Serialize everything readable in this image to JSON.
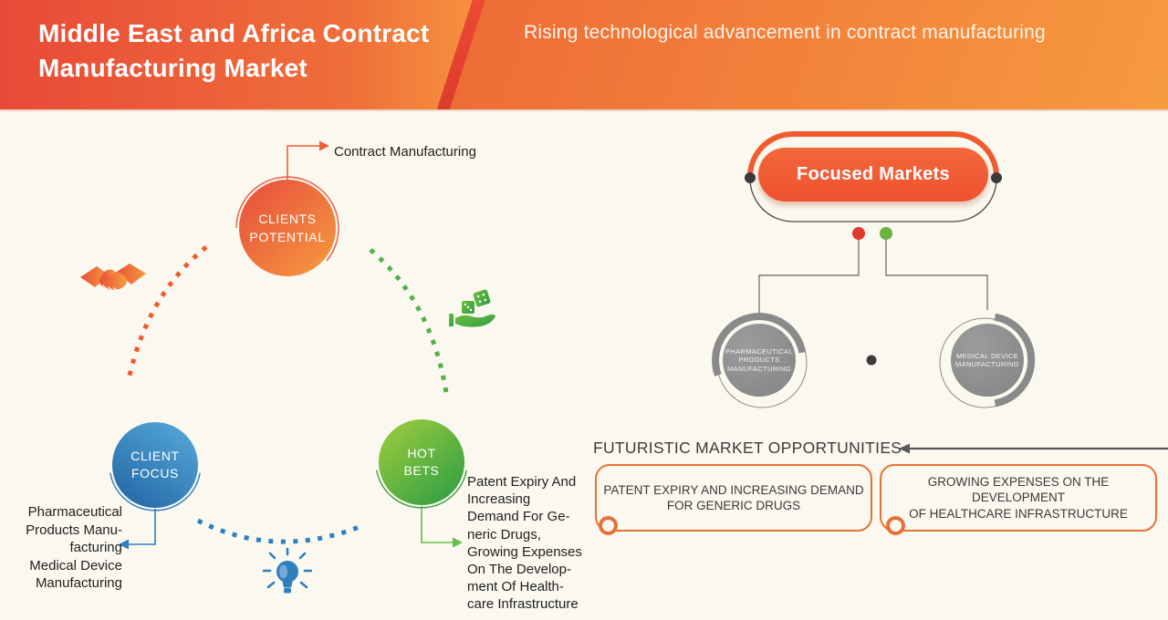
{
  "palette": {
    "header_gradient_left": "#e84a38",
    "header_gradient_right": "#f79d40",
    "background": "#faf8ef",
    "orange_accent": "#f05a2e",
    "blue_accent": "#2f7fbf",
    "green_accent": "#55b345",
    "gray_node": "#8a8a8a",
    "dark_dot": "#3b3b3b",
    "red_dot": "#de3a2d",
    "green_dot": "#68b23d",
    "box_border": "#e8713b"
  },
  "header": {
    "title_lines": [
      "Middle East and Africa Contract",
      "Manufacturing Market"
    ],
    "subtitle": "Rising technological advancement in contract manufacturing"
  },
  "left_diagram": {
    "clients_potential": {
      "label_lines": [
        "CLIENTS",
        "POTENTIAL"
      ],
      "callout": "Contract Manufacturing",
      "icon": "handshake-icon"
    },
    "client_focus": {
      "label_lines": [
        "CLIENT",
        "FOCUS"
      ],
      "note_lines": [
        "Pharmaceutical",
        "Products Manu-",
        "facturing",
        "Medical Device",
        "Manufacturing"
      ],
      "icon": "lightbulb-icon"
    },
    "hot_bets": {
      "label_lines": [
        "HOT",
        "BETS"
      ],
      "note_lines": [
        "Patent Expiry And",
        "Increasing",
        "Demand For Ge-",
        "neric Drugs,",
        "Growing Expenses",
        "On The Develop-",
        "ment Of Health-",
        "care Infrastructure"
      ],
      "icon": "dice-hand-icon"
    }
  },
  "right_diagram": {
    "focused_markets": {
      "label": "Focused Markets"
    },
    "children": [
      {
        "label_lines": [
          "PHARMACEUTICAL",
          "PRODUCTS",
          "MANUFACTURING"
        ]
      },
      {
        "label_lines": [
          "MEDICAL DEVICE",
          "MANUFACTURING"
        ]
      }
    ]
  },
  "opportunities": {
    "heading": "FUTURISTIC MARKET OPPORTUNITIES",
    "boxes": [
      {
        "lines": [
          "PATENT EXPIRY AND INCREASING DEMAND",
          "FOR GENERIC DRUGS"
        ]
      },
      {
        "lines": [
          "GROWING EXPENSES ON THE DEVELOPMENT",
          "OF HEALTHCARE INFRASTRUCTURE"
        ]
      }
    ]
  }
}
